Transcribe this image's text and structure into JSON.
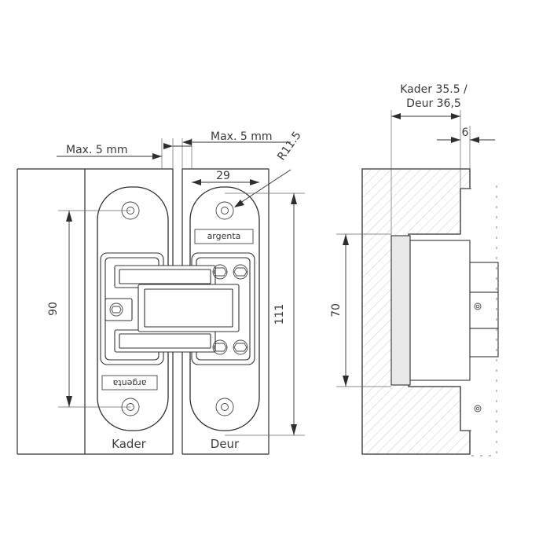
{
  "front_view": {
    "frame_label": "Kader",
    "door_label": "Deur",
    "brand_top": "argenta",
    "brand_bottom": "argenta",
    "dim_gap_left": "Max. 5 mm",
    "dim_gap_right": "Max. 5 mm",
    "dim_width": "29",
    "dim_radius": "R11.5",
    "dim_hole_spacing": "90",
    "dim_total_height": "111"
  },
  "side_view": {
    "dim_depth_line1": "Kader 35.5 /",
    "dim_depth_line2": "Deur 36,5",
    "dim_offset": "6",
    "dim_height": "70"
  }
}
